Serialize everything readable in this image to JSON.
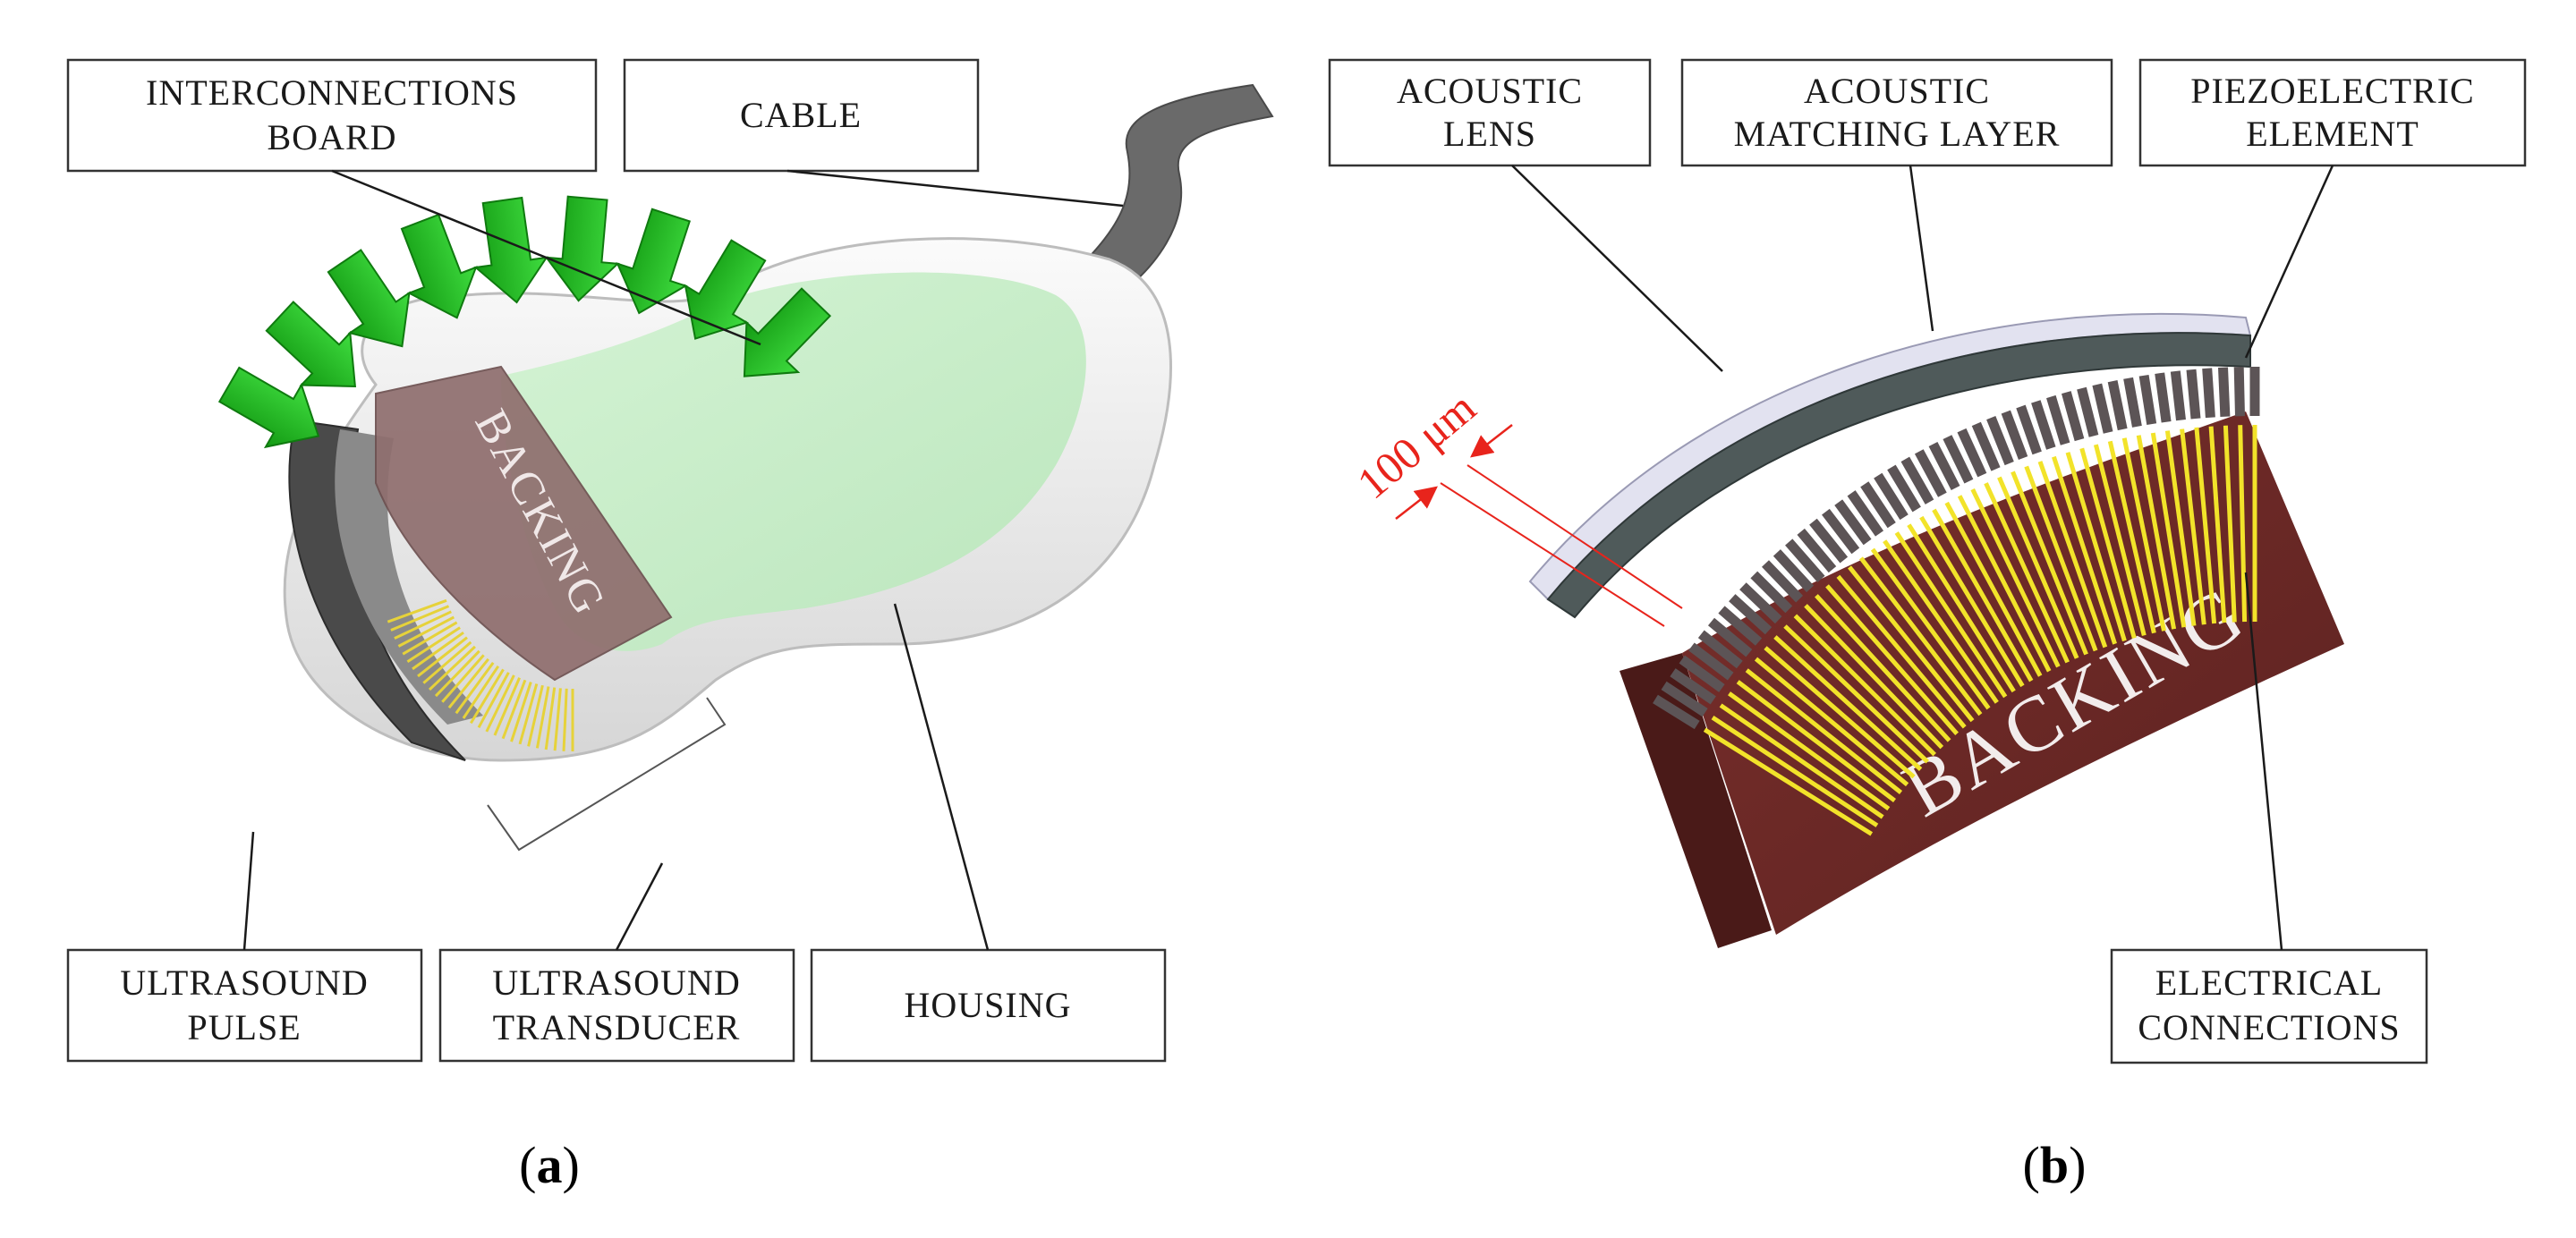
{
  "panel_a": {
    "caption_open": "(",
    "caption_letter": "a",
    "caption_close": ")",
    "labels": {
      "interconnections_board_l1": "INTERCONNECTIONS",
      "interconnections_board_l2": "BOARD",
      "cable": "CABLE",
      "ultrasound_pulse_l1": "ULTRASOUND",
      "ultrasound_pulse_l2": "PULSE",
      "ultrasound_transducer_l1": "ULTRASOUND",
      "ultrasound_transducer_l2": "TRANSDUCER",
      "housing": "HOUSING",
      "backing": "BACKING"
    },
    "colors": {
      "board": "#c6efc6",
      "housing": "#ececec",
      "backing": "#8f6e6e",
      "pulse": "#22bb22",
      "cable": "#666666"
    }
  },
  "panel_b": {
    "caption_open": "(",
    "caption_letter": "b",
    "caption_close": ")",
    "labels": {
      "acoustic_lens_l1": "ACOUSTIC",
      "acoustic_lens_l2": "LENS",
      "matching_layer_l1": "ACOUSTIC",
      "matching_layer_l2": "MATCHING LAYER",
      "piezo_l1": "PIEZOELECTRIC",
      "piezo_l2": "ELEMENT",
      "electrical_l1": "ELECTRICAL",
      "electrical_l2": "CONNECTIONS",
      "backing": "BACKING",
      "dimension": "100 μm"
    },
    "colors": {
      "backing": "#6e2b28",
      "wires": "#f2e32a",
      "dimension": "#e8241c",
      "lens": "#dcdcea",
      "matching": "#4f5a5a"
    }
  }
}
